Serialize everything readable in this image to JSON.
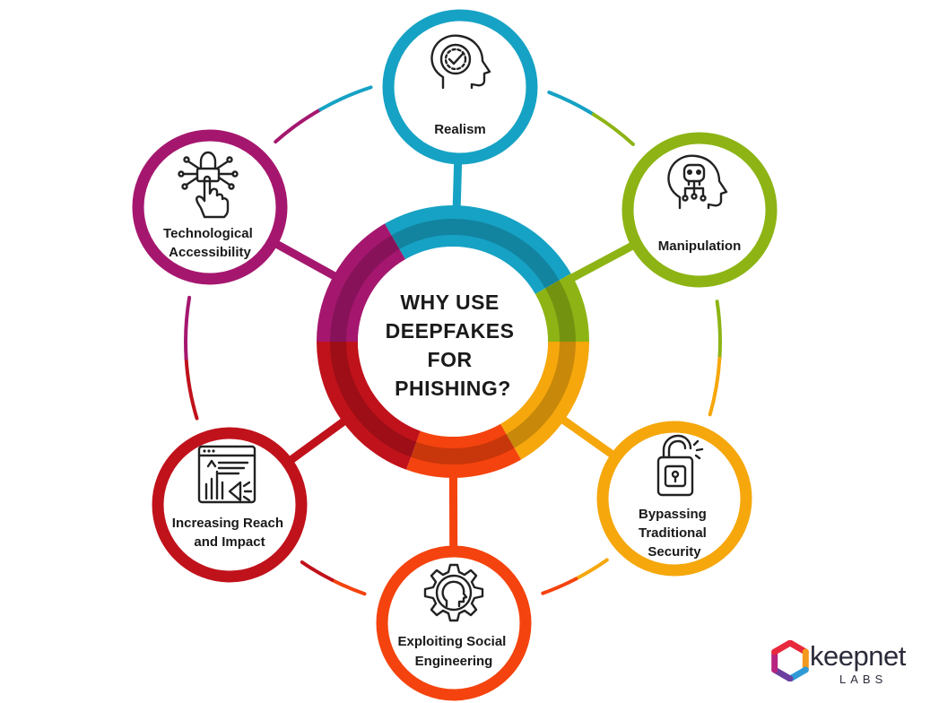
{
  "center": {
    "title_lines": [
      "WHY USE",
      "DEEPFAKES",
      "FOR",
      "PHISHING?"
    ]
  },
  "nodes": [
    {
      "key": "realism",
      "label_lines": [
        "Realism"
      ],
      "color": "#16A2C4",
      "icon": "head-checkmark-icon"
    },
    {
      "key": "manipulation",
      "label_lines": [
        "Manipulation"
      ],
      "color": "#8DB414",
      "icon": "head-skull-circuit-icon"
    },
    {
      "key": "bypassing",
      "label_lines": [
        "Bypassing",
        "Traditional",
        "Security"
      ],
      "color": "#F5A70C",
      "icon": "unlocked-padlock-icon"
    },
    {
      "key": "exploiting",
      "label_lines": [
        "Exploiting Social",
        "Engineering"
      ],
      "color": "#F4430E",
      "icon": "gear-head-icon"
    },
    {
      "key": "increasing",
      "label_lines": [
        "Increasing Reach",
        "and Impact"
      ],
      "color": "#C0121B",
      "icon": "growth-chart-megaphone-icon"
    },
    {
      "key": "technological",
      "label_lines": [
        "Technological",
        "Accessibility"
      ],
      "color": "#A5176E",
      "icon": "hand-lock-network-icon"
    }
  ],
  "logo": {
    "name": "keepnet",
    "sub": "LABS",
    "colors": [
      "#E8283C",
      "#F39A1E",
      "#2E9BD6",
      "#6B3FA0",
      "#B7247F"
    ]
  }
}
